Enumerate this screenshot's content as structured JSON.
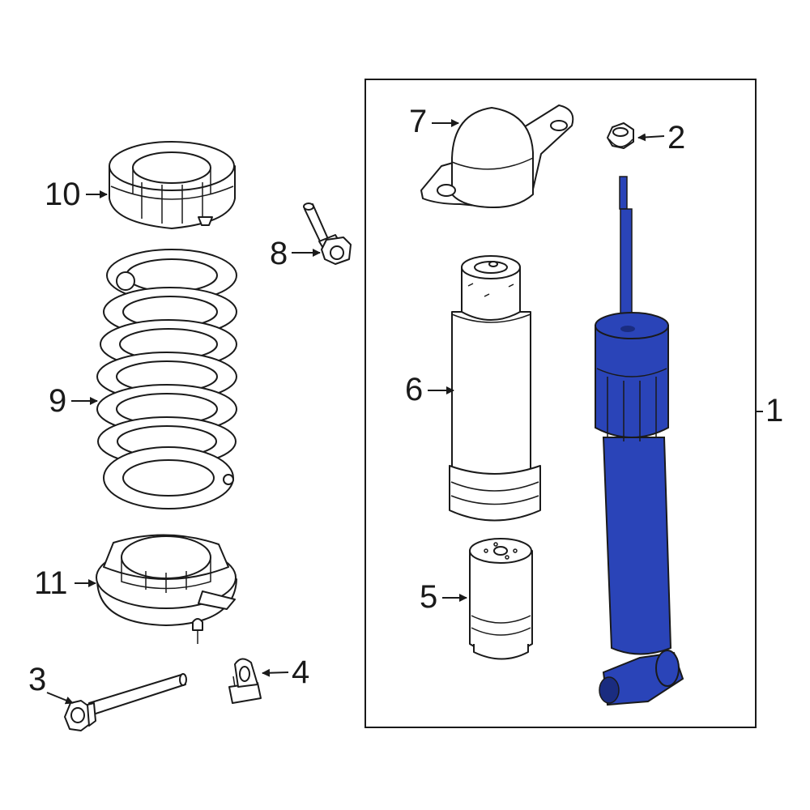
{
  "colors": {
    "highlight": "#2a44b8",
    "highlight_dark": "#1a2c80",
    "line": "#1a1a1a",
    "background": "#ffffff"
  },
  "callouts": {
    "p1": "1",
    "p2": "2",
    "p3": "3",
    "p4": "4",
    "p5": "5",
    "p6": "6",
    "p7": "7",
    "p8": "8",
    "p9": "9",
    "p10": "10",
    "p11": "11"
  }
}
